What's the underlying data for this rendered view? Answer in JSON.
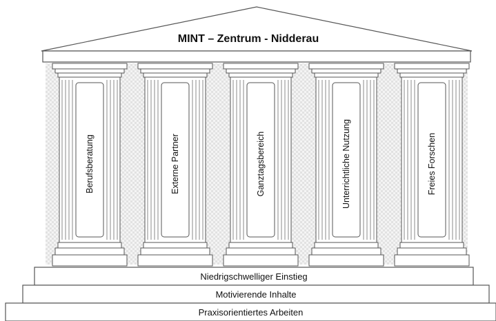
{
  "title": "MINT – Zentrum - Nidderau",
  "pillars": [
    {
      "label": "Berufsberatung"
    },
    {
      "label": "Externe Partner"
    },
    {
      "label": "Ganztagsbereich"
    },
    {
      "label": "Unterrichtliche Nutzung"
    },
    {
      "label": "Freies Forschen"
    }
  ],
  "steps": [
    {
      "label": "Niedrigschwelliger Einstieg"
    },
    {
      "label": "Motivierende Inhalte"
    },
    {
      "label": "Praxisorientiertes Arbeiten"
    }
  ],
  "colors": {
    "stroke": "#555555",
    "fluting": "#8a8a8a",
    "background": "#ffffff"
  }
}
